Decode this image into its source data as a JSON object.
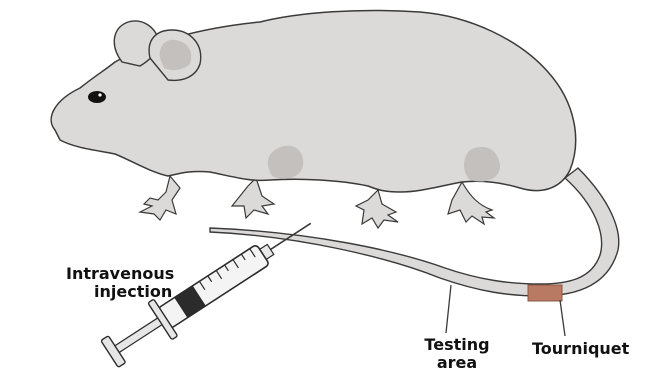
{
  "labels": {
    "intravenous_line1": "Intravenous",
    "intravenous_line2": "injection",
    "testing_line1": "Testing",
    "testing_line2": "area",
    "tourniquet": "Tourniquet"
  },
  "colors": {
    "body": "#dcdad8",
    "body_shade": "#c3c0be",
    "outline": "#3a3a3a",
    "tourniquet": "#b87a62",
    "syringe_dark": "#2b2b2b"
  }
}
